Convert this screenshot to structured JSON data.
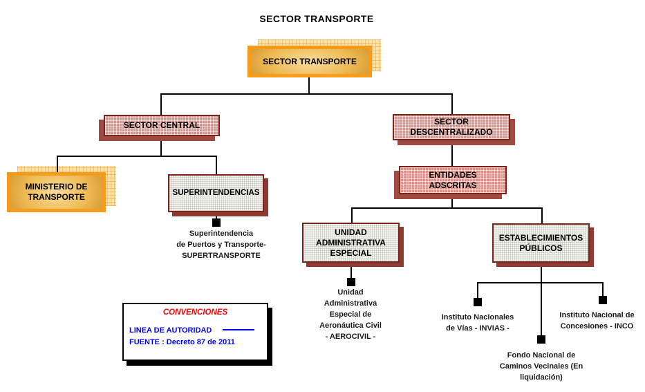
{
  "title": "SECTOR TRANSPORTE",
  "colors": {
    "orange_border": "#f79b1b",
    "orange_shadow_fill": "#fde3ae",
    "pink_fill": "#db9189",
    "dark_red_border": "#7b241c",
    "pink_shadow": "#9e4a41",
    "connector_black": "#000000",
    "legend_title_red": "#ff0000",
    "legend_text_blue": "#0000ff"
  },
  "nodes": {
    "root": "SECTOR TRANSPORTE",
    "sector_central": "SECTOR CENTRAL",
    "sector_descentralizado": "SECTOR\nDESCENTRALIZADO",
    "ministerio": "MINISTERIO DE\nTRANSPORTE",
    "superintendencias": "SUPERINTENDENCIAS",
    "entidades_adscritas": "ENTIDADES\nADSCRITAS",
    "unidad_administrativa": "UNIDAD\nADMINISTRATIVA\nESPECIAL",
    "establecimientos_publicos": "ESTABLECIMIENTOS\nPÚBLICOS"
  },
  "leaves": {
    "supertransporte": "Superintendencia\nde Puertos y Transporte-\nSUPERTRANSPORTE",
    "aerocivil": "Unidad\nAdministrativa\nEspecial de\nAeronáutica Civil\n- AEROCIVIL -",
    "invias": "Instituto Nacionales\nde Vías - INVIAS -",
    "fondo": "Fondo Nacional de\nCaminos Vecinales (En\nliquidación)",
    "inco": "Instituto Nacional de\nConcesiones - INCO"
  },
  "legend": {
    "title": "CONVENCIONES",
    "authority_label": "LINEA DE AUTORIDAD",
    "source_label": "FUENTE : Decreto 87 de 2011"
  }
}
